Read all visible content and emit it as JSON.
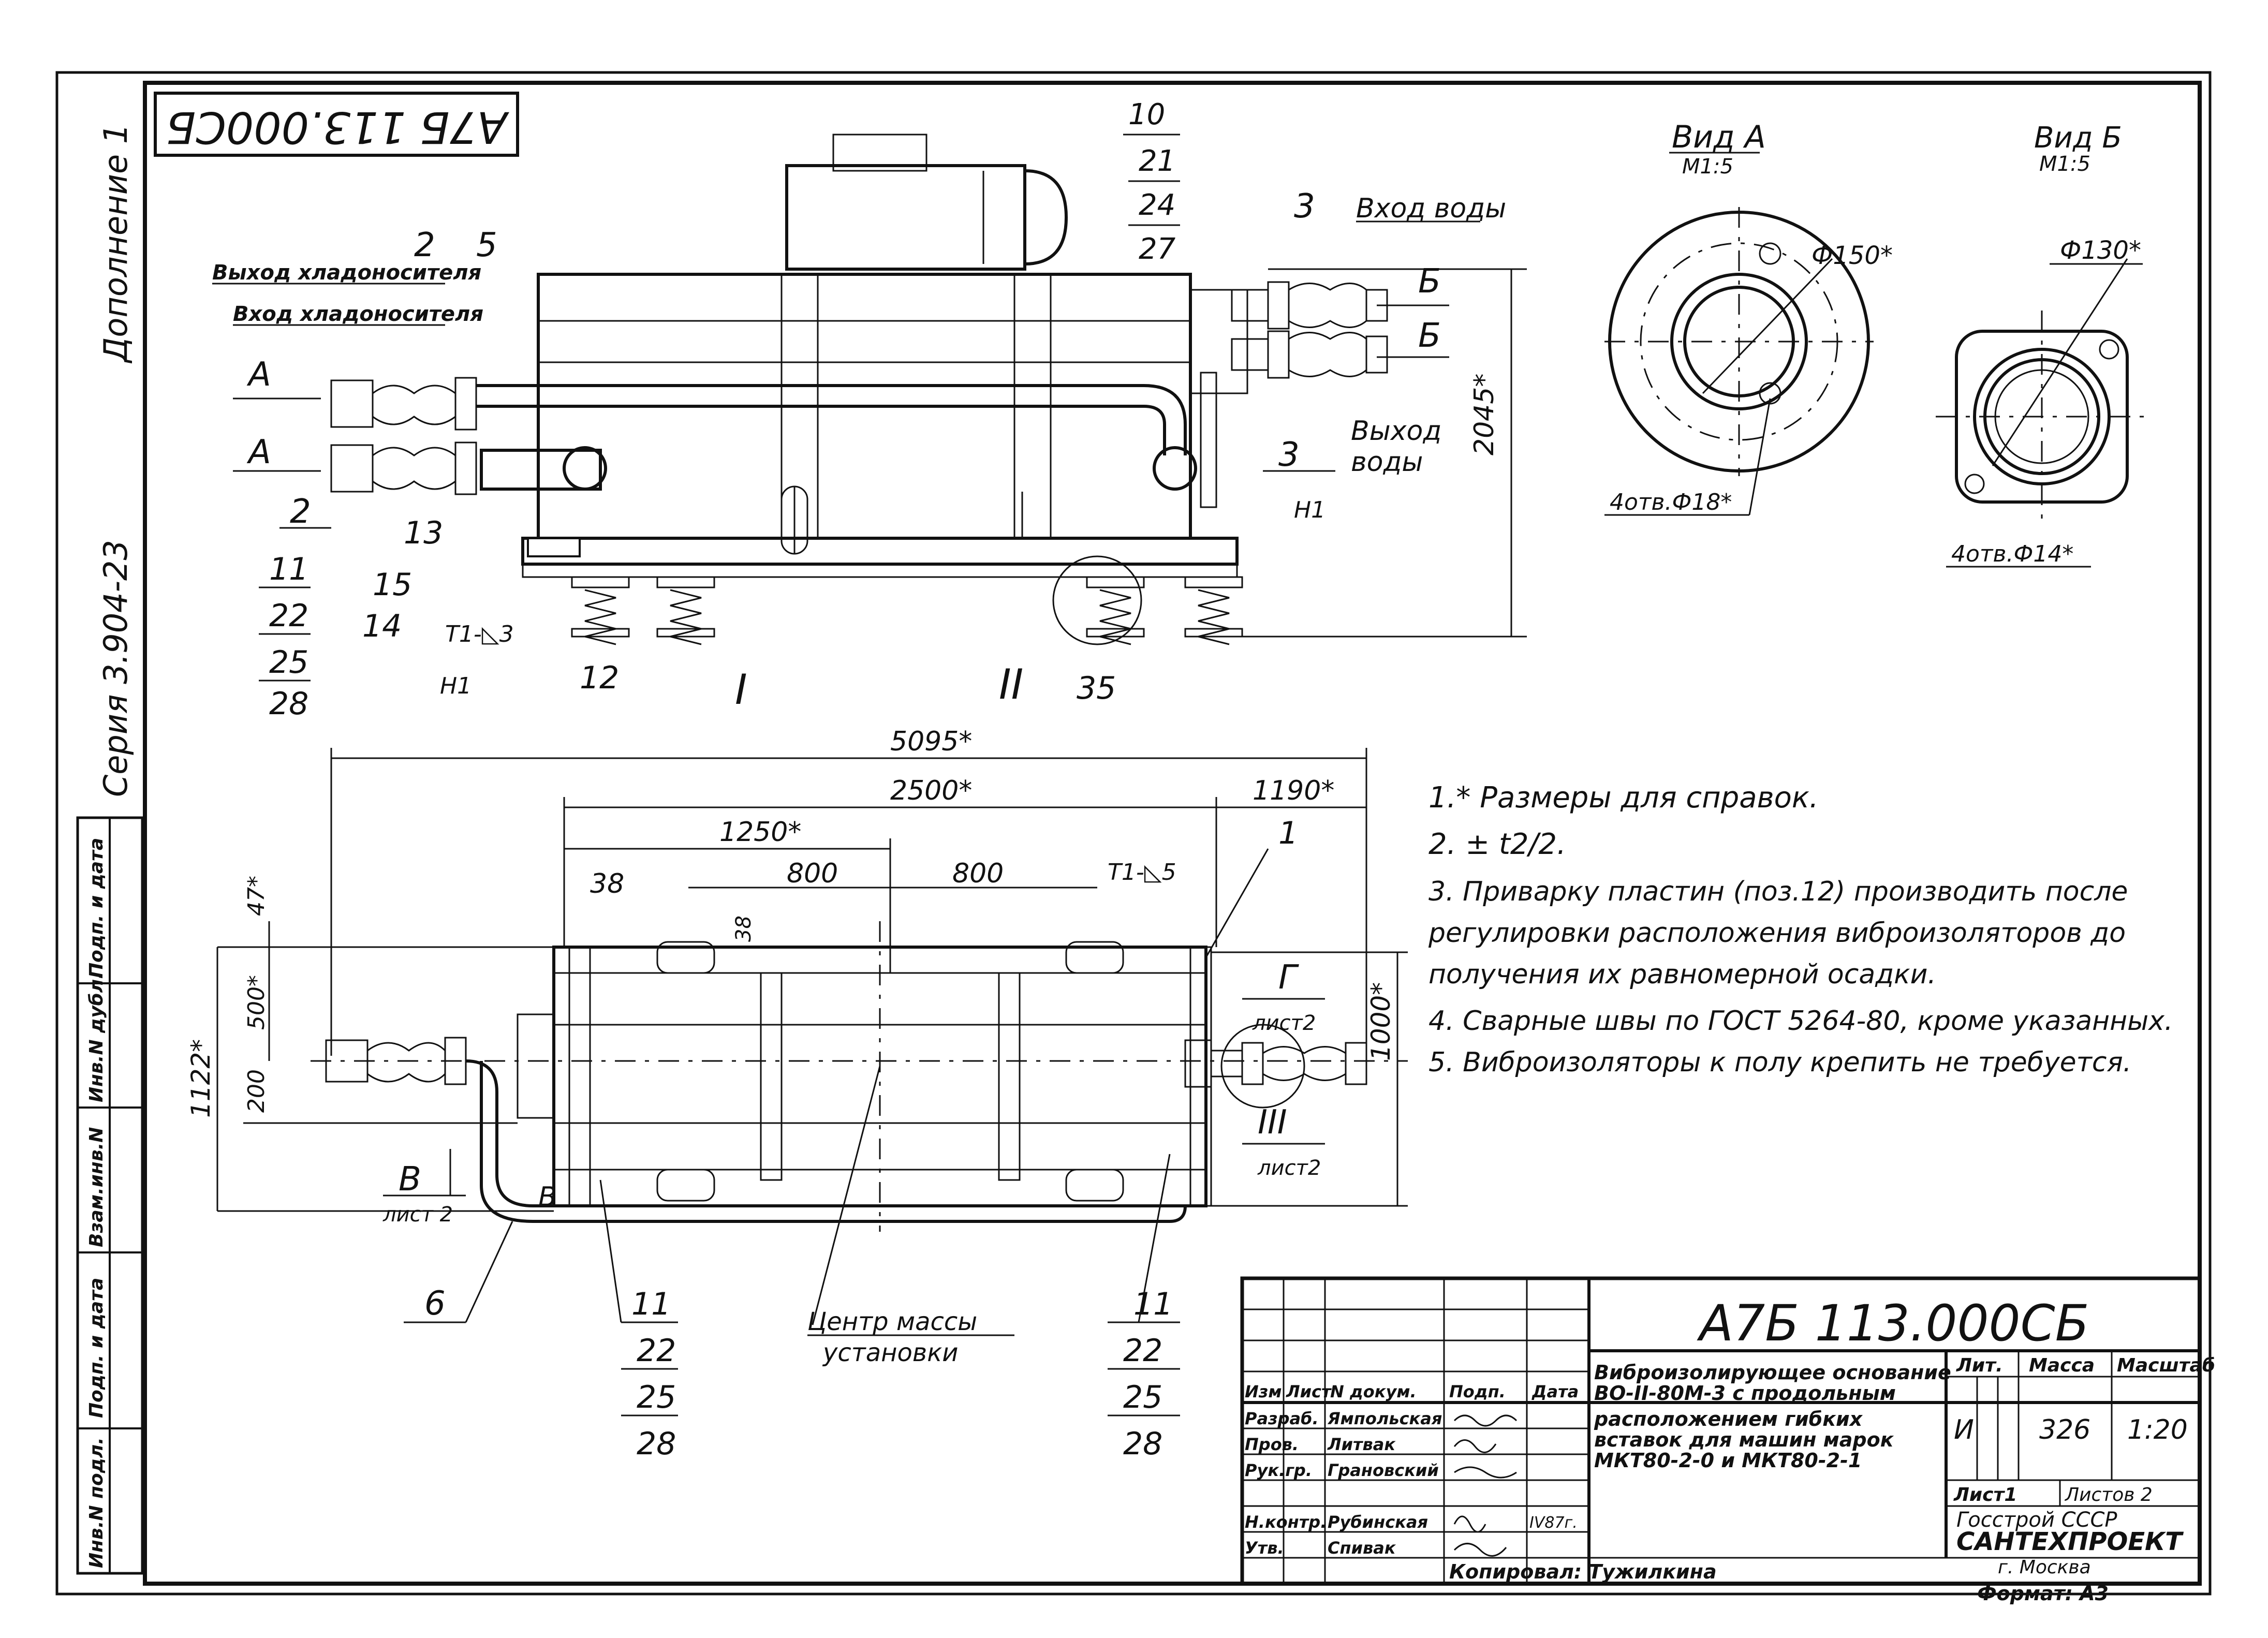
{
  "stamp_top": "А7Б 113.000СБ",
  "side_margin": {
    "appendix": "Дополнение 1",
    "series": "Серия 3.904-23",
    "col1": "Инв.N подл.",
    "col2": "Подп. и дата",
    "col3": "Взам.инв.N",
    "col4": "Инв.N дубл.",
    "col5": "Подп. и дата"
  },
  "side_view": {
    "out_coolant": "Выход хладоносителя",
    "in_coolant": "Вход хладоносителя",
    "in_water": "Вход воды",
    "out_water": "Выход",
    "out_water2": "воды",
    "arrow_a1": "А",
    "arrow_a2": "А",
    "arrow_b1": "Б",
    "arrow_b2": "Б",
    "height_dim": "2045*",
    "callouts": {
      "c2a": "2",
      "c5": "5",
      "c2b": "2",
      "c13": "13",
      "c15": "15",
      "c14": "14",
      "c11": "11",
      "c22": "22",
      "c25": "25",
      "c28": "28",
      "weld": "Т1-◺3",
      "h1a": "Н1",
      "c12": "12",
      "c1roman": "I",
      "c2roman": "II",
      "c35": "35",
      "h1b": "Н1",
      "c10": "10",
      "c21": "21",
      "c24": "24",
      "c27": "27",
      "c3a": "3",
      "c3b": "3"
    }
  },
  "plan_view": {
    "dim_5095": "5095*",
    "dim_2500": "2500*",
    "dim_1190": "1190*",
    "dim_1250": "1250*",
    "dim_800a": "800",
    "dim_800b": "800",
    "dim_38a": "38",
    "dim_38b": "38",
    "dim_47": "47*",
    "dim_500": "500*",
    "dim_1122": "1122*",
    "dim_200": "200",
    "dim_1000": "1000*",
    "weld_t1": "Т1-◺5",
    "callout_1": "1",
    "view_g": "Г",
    "view_g_sheet": "лист2",
    "node_iii": "III",
    "node_iii_sheet": "лист2",
    "view_v": "В",
    "view_v_sheet": "лист 2",
    "view_v2": "В",
    "callout_6": "6",
    "left_stack": [
      "11",
      "22",
      "25",
      "28"
    ],
    "right_stack": [
      "11",
      "22",
      "25",
      "28"
    ],
    "mass_center_1": "Центр массы",
    "mass_center_2": "установки"
  },
  "view_a": {
    "title": "Вид А",
    "scale": "М1:5",
    "dia": "Ф150*",
    "holes": "4отв.Ф18*"
  },
  "view_b": {
    "title": "Вид Б",
    "scale": "М1:5",
    "dia": "Ф130*",
    "holes": "4отв.Ф14*"
  },
  "notes": [
    "1.* Размеры для справок.",
    "2. ± t2/2.",
    "3. Приварку пластин (поз.12) производить после",
    "регулировки расположения виброизоляторов до",
    "получения их равномерной осадки.",
    "4. Сварные швы по ГОСТ 5264-80, кроме указанных.",
    "5. Виброизоляторы к полу крепить не требуется."
  ],
  "title_block": {
    "doc_code": "А7Б 113.000СБ",
    "desc": [
      "Виброизолирующее основание",
      "ВО-II-80М-3 с продольным",
      "расположением гибких",
      "вставок для машин марок",
      "МКТ80-2-0 и МКТ80-2-1"
    ],
    "hdr": [
      "Изм",
      "Лист",
      "N докум.",
      "Подп.",
      "Дата"
    ],
    "roles": [
      "Разраб.",
      "Пров.",
      "Рук.гр.",
      "Н.контр.",
      "Утв."
    ],
    "names": [
      "Ямпольская",
      "Литвак",
      "Грановский",
      "Рубинская",
      "Спивак"
    ],
    "date": "IV87г.",
    "lit_hdr": "Лит.",
    "mass_hdr": "Масса",
    "scale_hdr": "Масштаб",
    "lit_val": "И",
    "mass_val": "326",
    "scale_val": "1:20",
    "sheet": "Лист1",
    "sheets": "Листов 2",
    "org1": "Госстрой СССР",
    "org2": "САНТЕХПРОЕКТ",
    "org3": "г. Москва",
    "copied": "Копировал: Тужилкина",
    "format": "Формат: А3"
  }
}
